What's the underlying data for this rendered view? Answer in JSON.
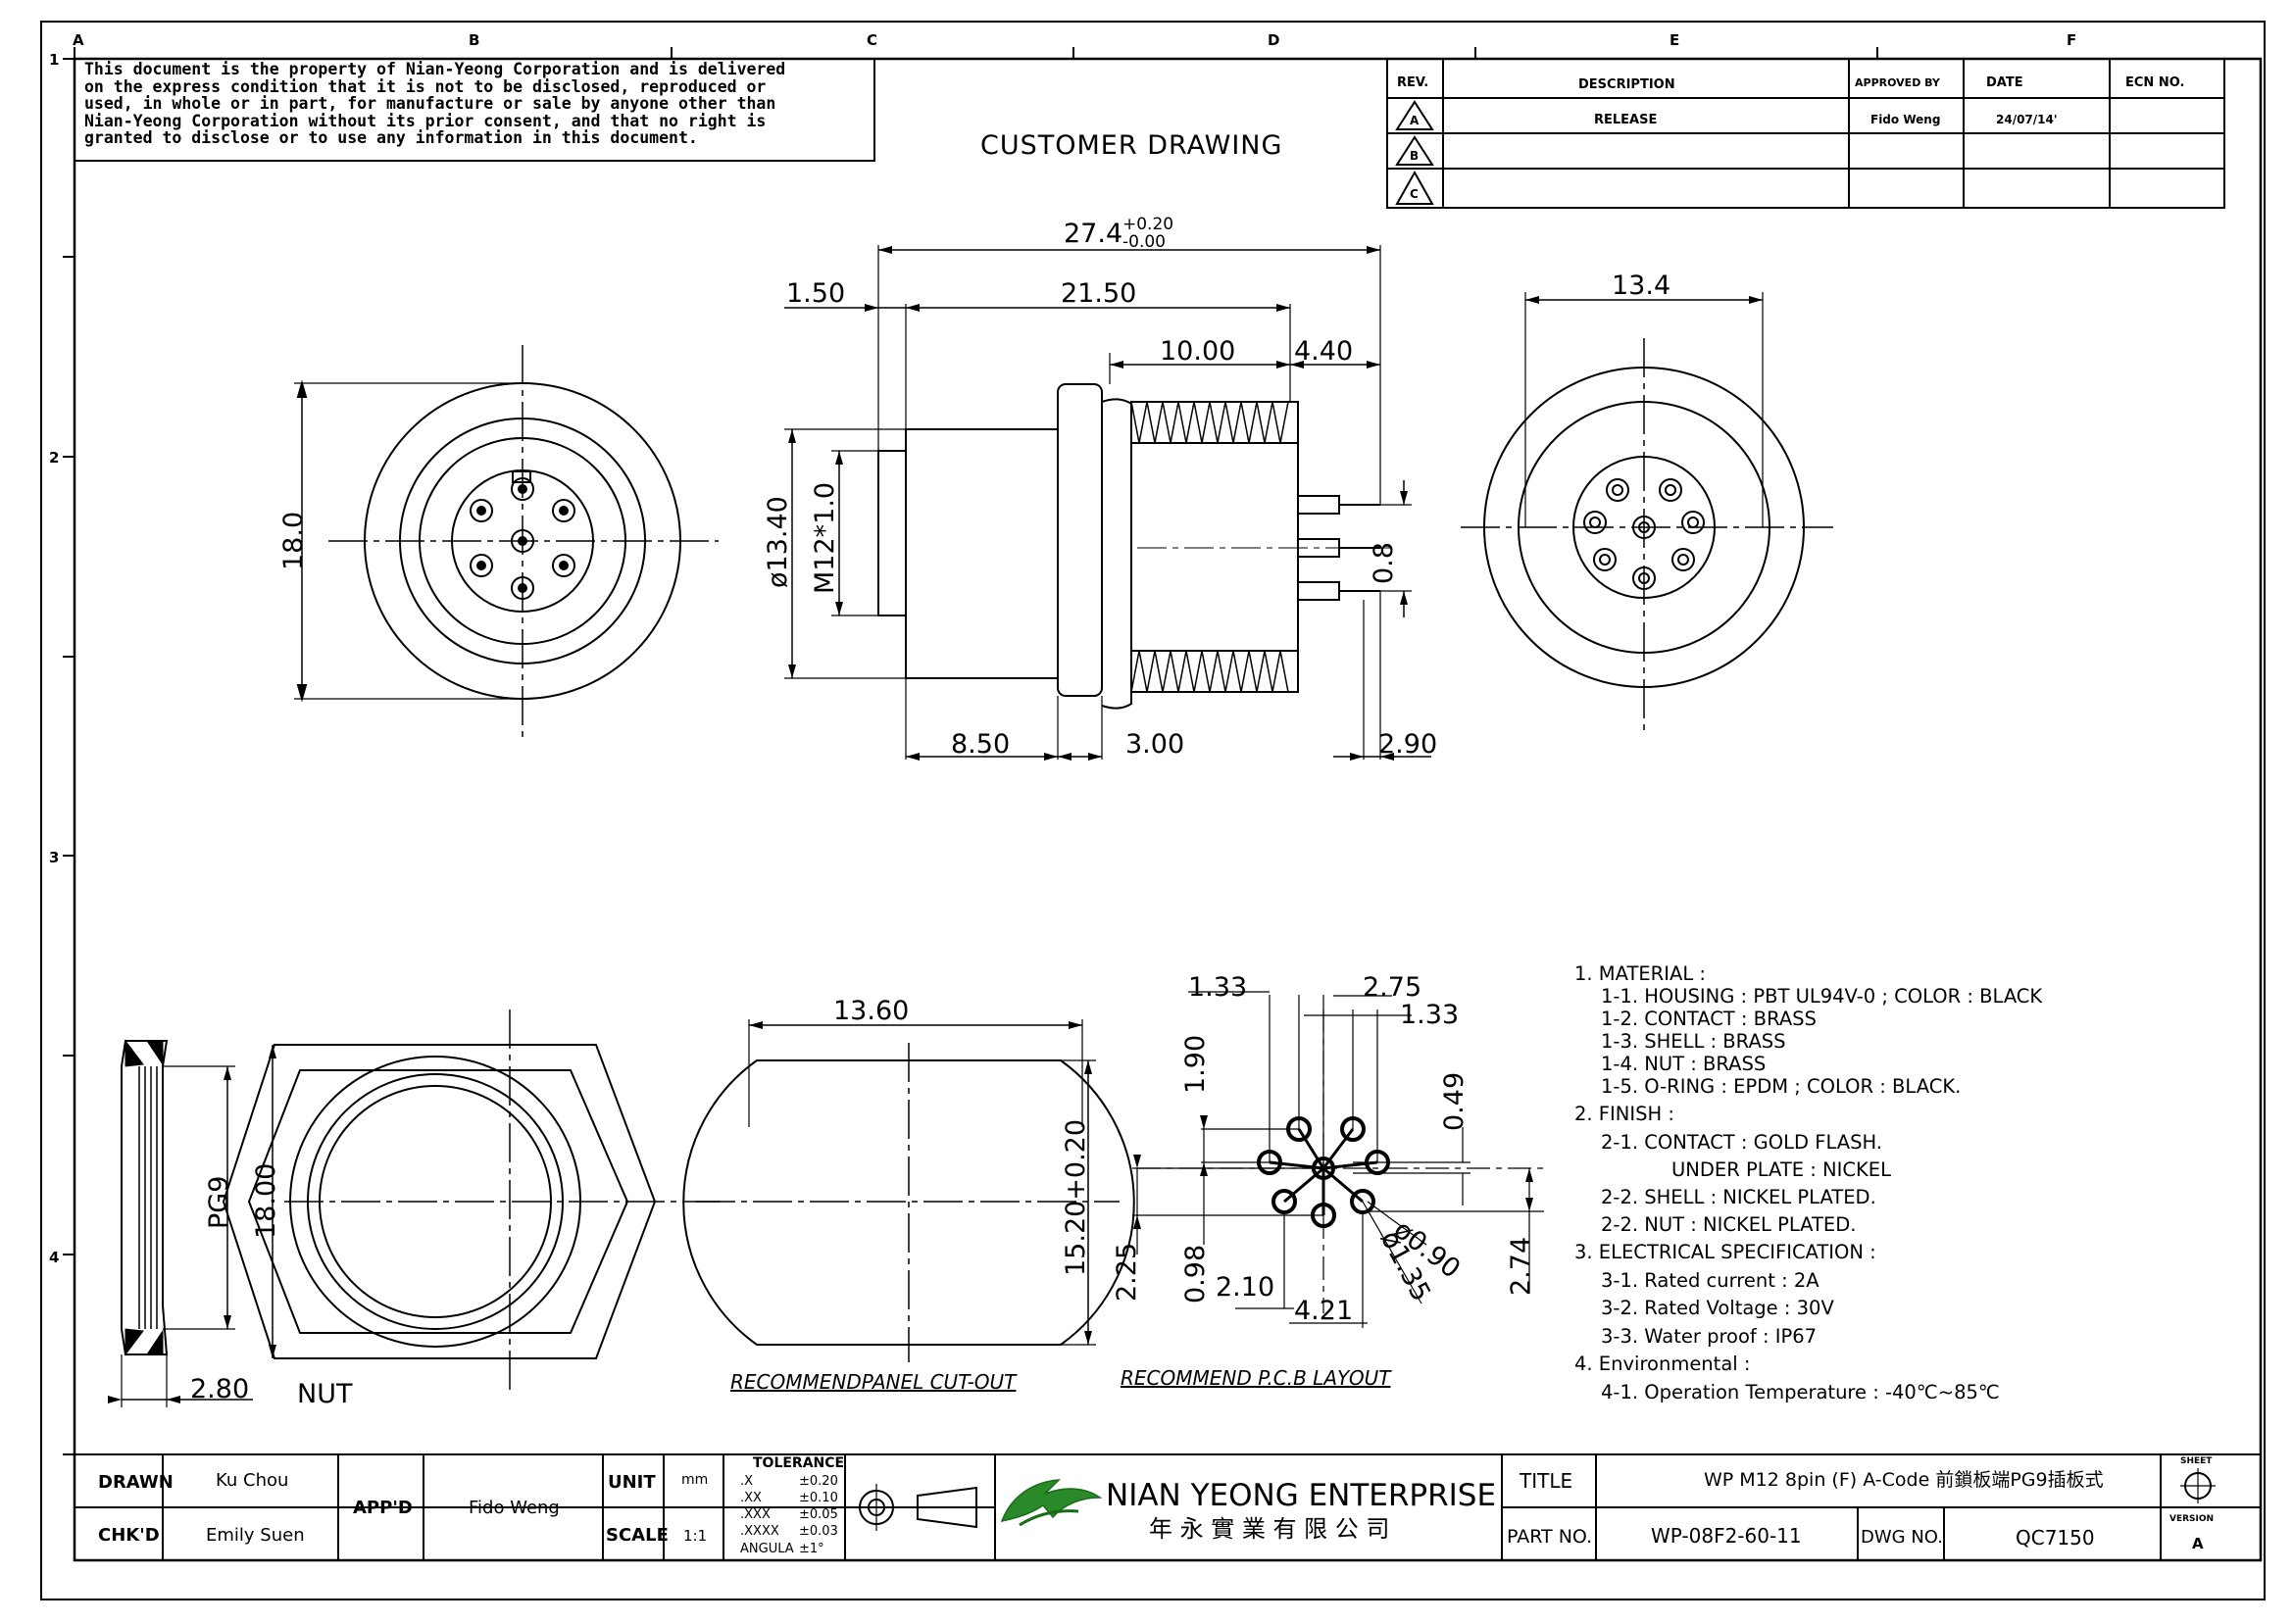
{
  "drawing": {
    "zones_top": [
      "A",
      "B",
      "C",
      "D",
      "E",
      "F"
    ],
    "zones_left": [
      "1",
      "2",
      "3",
      "4"
    ],
    "disclaimer": "This document is the property of Nian-Yeong Corporation and is delivered\non the express condition that it is not to be disclosed, reproduced or\nused, in whole or in part, for manufacture or sale by anyone other than\nNian-Yeong Corporation without its prior consent, and that no right is\ngranted to disclose or to use any information in this document.",
    "heading": "CUSTOMER DRAWING",
    "revision_table": {
      "headers": [
        "REV.",
        "DESCRIPTION",
        "APPROVED BY",
        "DATE",
        "ECN NO."
      ],
      "rows": [
        {
          "rev": "A",
          "description": "RELEASE",
          "approved_by": "Fido Weng",
          "date": "24/07/14'",
          "ecn": ""
        },
        {
          "rev": "B",
          "description": "",
          "approved_by": "",
          "date": "",
          "ecn": ""
        },
        {
          "rev": "C",
          "description": "",
          "approved_by": "",
          "date": "",
          "ecn": ""
        }
      ]
    },
    "dimensions": {
      "overall": "27.4",
      "overall_tol_plus": "+0.20",
      "overall_tol_minus": "-0.00",
      "d150": "1.50",
      "d2150": "21.50",
      "d1000": "10.00",
      "d440": "4.40",
      "d1340": "ø13.40",
      "m12": "M12*1.0",
      "d08": "0.8",
      "d850": "8.50",
      "d300": "3.00",
      "d290": "2.90",
      "front18": "18.0",
      "back134": "13.4",
      "nut_pg9": "PG9",
      "nut_1800": "18.00",
      "nut_280": "2.80",
      "nut_label": "NUT",
      "cut_1360": "13.60",
      "cut_1520": "15.20+0.20",
      "cut_label": "RECOMMENDPANEL CUT-OUT",
      "pcb_133a": "1.33",
      "pcb_275": "2.75",
      "pcb_133b": "1.33",
      "pcb_190": "1.90",
      "pcb_049": "0.49",
      "pcb_090": "ø0.90",
      "pcb_135": "ø1.35",
      "pcb_225": "2.25",
      "pcb_098": "0.98",
      "pcb_210": "2.10",
      "pcb_421": "4.21",
      "pcb_274": "2.74",
      "pcb_label": "RECOMMEND P.C.B LAYOUT"
    },
    "notes": [
      "1. MATERIAL :",
      "1-1. HOUSING : PBT UL94V-0 ; COLOR : BLACK",
      "1-2. CONTACT : BRASS",
      "1-3. SHELL : BRASS",
      "1-4. NUT : BRASS",
      "1-5. O-RING : EPDM ; COLOR : BLACK.",
      "2. FINISH :",
      "2-1. CONTACT : GOLD FLASH.",
      "UNDER PLATE : NICKEL",
      "2-2. SHELL : NICKEL PLATED.",
      "2-2. NUT : NICKEL PLATED.",
      "3. ELECTRICAL SPECIFICATION :",
      "3-1. Rated current : 2A",
      "3-2. Rated Voltage : 30V",
      "3-3. Water proof : IP67",
      "4. Environmental :",
      "4-1. Operation Temperature : -40℃~85℃"
    ],
    "title_block": {
      "drawn_label": "DRAWN",
      "drawn": "Ku Chou",
      "chkd_label": "CHK'D",
      "chkd": "Emily Suen",
      "appd_label": "APP'D",
      "appd": "Fido Weng",
      "unit_label": "UNIT",
      "unit": "mm",
      "scale_label": "SCALE",
      "scale": "1:1",
      "tolerance_label": "TOLERANCE",
      "tolerances": [
        {
          "k": ".X",
          "v": "±0.20"
        },
        {
          "k": ".XX",
          "v": "±0.10"
        },
        {
          "k": ".XXX",
          "v": "±0.05"
        },
        {
          "k": ".XXXX",
          "v": "±0.03"
        },
        {
          "k": "ANGULA",
          "v": "±1°"
        }
      ],
      "company_en": "NIAN YEONG ENTERPRISE",
      "company_zh": "年 永 實 業 有 限 公 司",
      "title_label": "TITLE",
      "title": "WP M12 8pin (F) A-Code 前鎖板端PG9插板式",
      "part_label": "PART NO.",
      "part_no": "WP-08F2-60-11",
      "dwg_label": "DWG NO.",
      "dwg_no": "QC7150",
      "sheet_label": "SHEET",
      "version_label": "VERSION",
      "version": "A"
    }
  }
}
